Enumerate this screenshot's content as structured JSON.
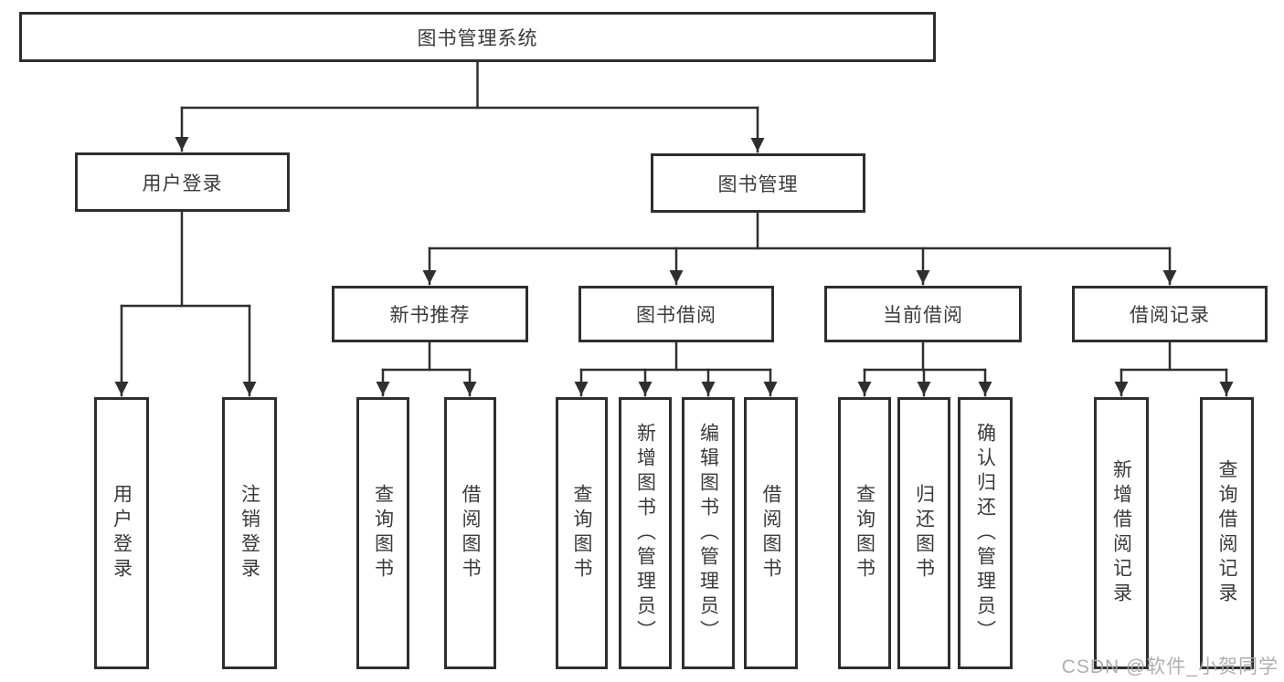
{
  "tree": {
    "root": {
      "label": "图书管理系统"
    },
    "branches": [
      {
        "label": "用户登录",
        "children": [
          {
            "label": "用户登录"
          },
          {
            "label": "注销登录"
          }
        ]
      },
      {
        "label": "图书管理",
        "children": [
          {
            "label": "新书推荐",
            "children": [
              {
                "label": "查询图书"
              },
              {
                "label": "借阅图书"
              }
            ]
          },
          {
            "label": "图书借阅",
            "children": [
              {
                "label": "查询图书"
              },
              {
                "label": "新增图书（管理员）"
              },
              {
                "label": "编辑图书（管理员）"
              },
              {
                "label": "借阅图书"
              }
            ]
          },
          {
            "label": "当前借阅",
            "children": [
              {
                "label": "查询图书"
              },
              {
                "label": "归还图书"
              },
              {
                "label": "确认归还（管理员）"
              }
            ]
          },
          {
            "label": "借阅记录",
            "children": [
              {
                "label": "新增借阅记录"
              },
              {
                "label": "查询借阅记录"
              }
            ]
          }
        ]
      }
    ]
  },
  "watermark": {
    "text": "CSDN @软件_小贺同学"
  },
  "colors": {
    "line": "#2f2f2f",
    "box_border": "#2e2e2e",
    "text": "#3a3a3a",
    "background": "#ffffff",
    "watermark": "#a8a8a8"
  }
}
